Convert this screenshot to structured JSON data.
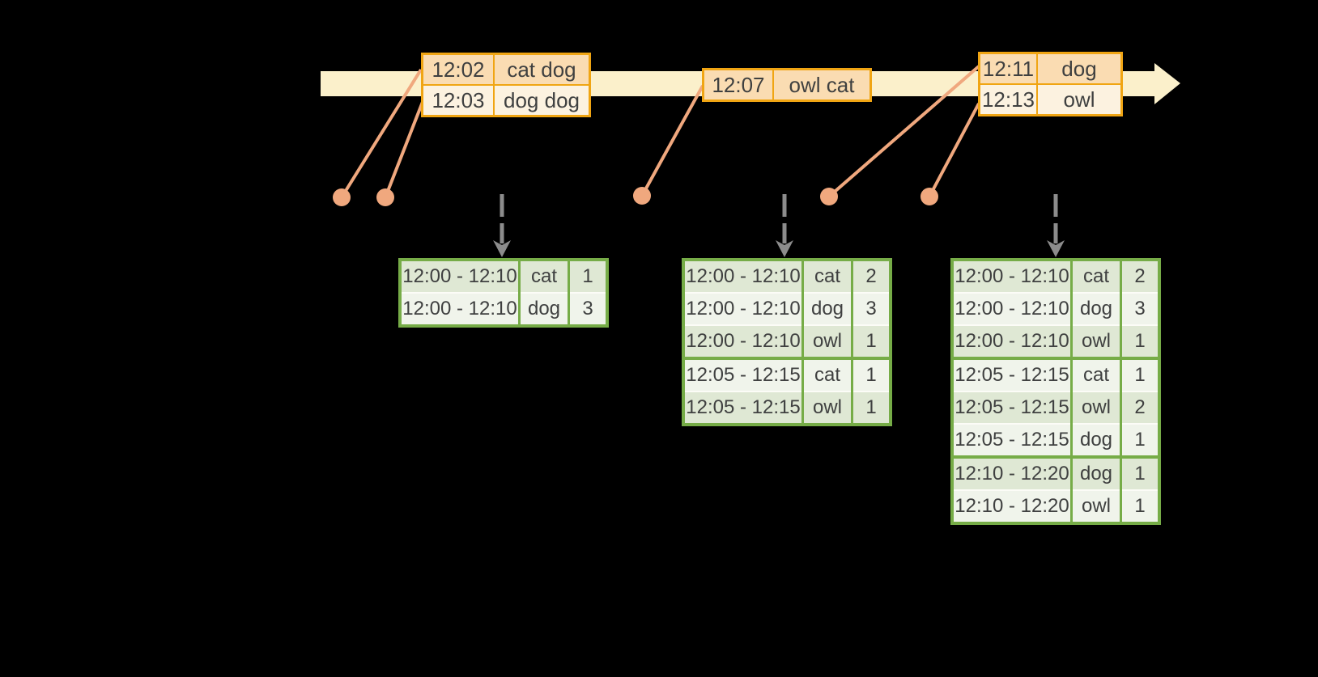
{
  "colors": {
    "background": "#000000",
    "timeline_fill": "#FBF0CB",
    "event_border": "#F0A513",
    "event_row_dark": "#FADCB2",
    "event_row_light": "#FCF2E0",
    "connector": "#F0A87E",
    "trigger_gray": "#8C8C8C",
    "result_border": "#76AC47",
    "result_row_dark": "#DFE8D4",
    "result_row_light": "#F0F4EB",
    "grid_light": "#FCFCF7",
    "text": "#3F4040"
  },
  "event_tables": [
    {
      "rows": [
        {
          "time": "12:02",
          "words": "cat dog"
        },
        {
          "time": "12:03",
          "words": "dog dog"
        }
      ]
    },
    {
      "rows": [
        {
          "time": "12:07",
          "words": "owl cat"
        }
      ]
    },
    {
      "rows": [
        {
          "time": "12:11",
          "words": "dog"
        },
        {
          "time": "12:13",
          "words": "owl"
        }
      ]
    }
  ],
  "result_tables": [
    {
      "rows": [
        {
          "window": "12:00 - 12:10",
          "word": "cat",
          "count": "1",
          "group_start": false
        },
        {
          "window": "12:00 - 12:10",
          "word": "dog",
          "count": "3",
          "group_start": false
        }
      ]
    },
    {
      "rows": [
        {
          "window": "12:00 - 12:10",
          "word": "cat",
          "count": "2",
          "group_start": false
        },
        {
          "window": "12:00 - 12:10",
          "word": "dog",
          "count": "3",
          "group_start": false
        },
        {
          "window": "12:00 - 12:10",
          "word": "owl",
          "count": "1",
          "group_start": false
        },
        {
          "window": "12:05 - 12:15",
          "word": "cat",
          "count": "1",
          "group_start": true
        },
        {
          "window": "12:05 - 12:15",
          "word": "owl",
          "count": "1",
          "group_start": false
        }
      ]
    },
    {
      "rows": [
        {
          "window": "12:00 - 12:10",
          "word": "cat",
          "count": "2",
          "group_start": false
        },
        {
          "window": "12:00 - 12:10",
          "word": "dog",
          "count": "3",
          "group_start": false
        },
        {
          "window": "12:00 - 12:10",
          "word": "owl",
          "count": "1",
          "group_start": false
        },
        {
          "window": "12:05 - 12:15",
          "word": "cat",
          "count": "1",
          "group_start": true
        },
        {
          "window": "12:05 - 12:15",
          "word": "owl",
          "count": "2",
          "group_start": false
        },
        {
          "window": "12:05 - 12:15",
          "word": "dog",
          "count": "1",
          "group_start": false
        },
        {
          "window": "12:10 - 12:20",
          "word": "dog",
          "count": "1",
          "group_start": true
        },
        {
          "window": "12:10 - 12:20",
          "word": "owl",
          "count": "1",
          "group_start": false
        }
      ]
    }
  ]
}
